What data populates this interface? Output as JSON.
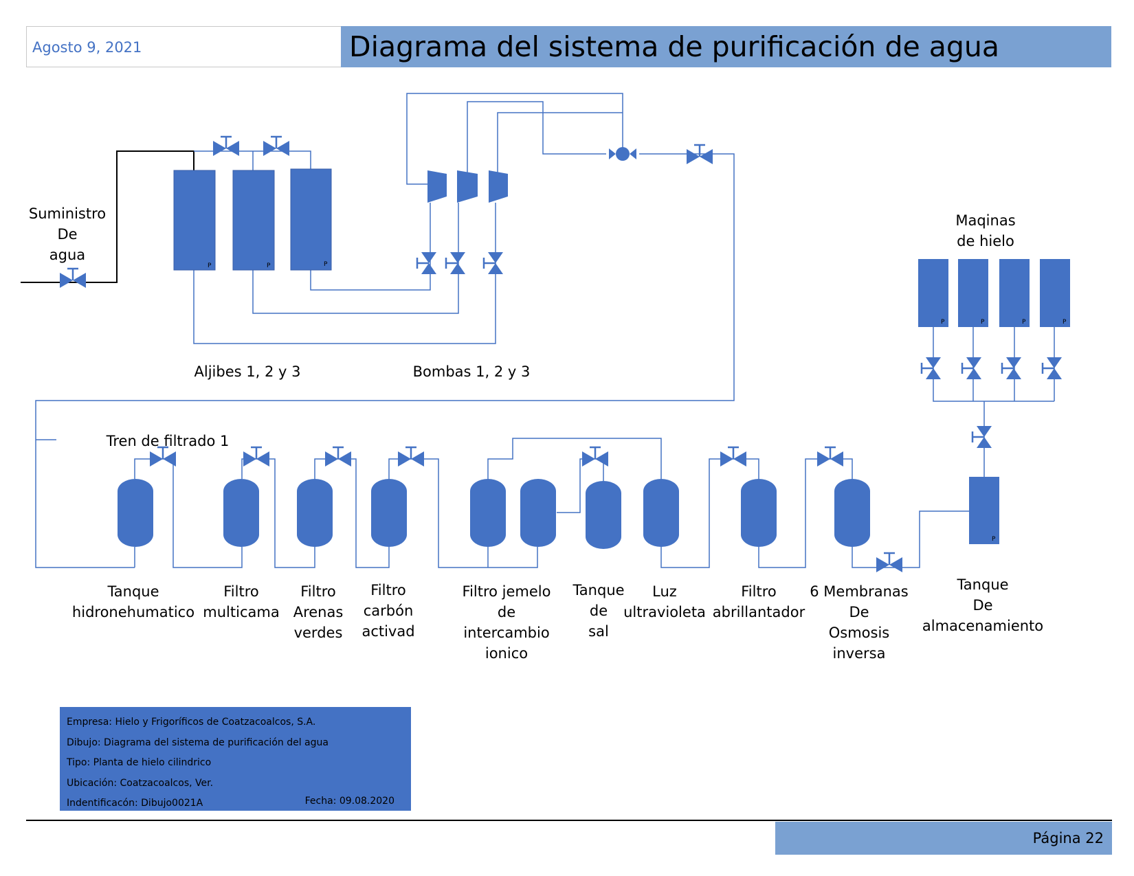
{
  "header": {
    "date": "Agosto 9, 2021",
    "title": "Diagrama del sistema de purificación de agua"
  },
  "colors": {
    "equipment": "#4472c4",
    "header_bar": "#7aa1d2",
    "pipe": "#4472c4"
  },
  "tank_marker": "P",
  "labels": {
    "supply": [
      "Suministro",
      "De",
      "agua"
    ],
    "cisterns": "Aljibes 1, 2 y 3",
    "pumps": "Bombas 1, 2 y 3",
    "ice_machines": [
      "Maqinas",
      "de hielo"
    ],
    "filter_train": "Tren de filtrado 1",
    "storage_tank": [
      "Tanque",
      "De",
      "almacenamiento"
    ]
  },
  "train": [
    {
      "id": "tanque",
      "lines": [
        "Tanque",
        "hidronehumatico"
      ]
    },
    {
      "id": "multicama",
      "lines": [
        "Filtro",
        "multicama"
      ]
    },
    {
      "id": "arenas",
      "lines": [
        "Filtro",
        "Arenas",
        "verdes"
      ]
    },
    {
      "id": "carbon",
      "lines": [
        "Filtro",
        "carbón",
        "activad"
      ]
    },
    {
      "id": "jemelo",
      "lines": [
        "Filtro jemelo",
        "de",
        "intercambio",
        "ionico"
      ]
    },
    {
      "id": "sal",
      "lines": [
        "Tanque",
        "de",
        "sal"
      ]
    },
    {
      "id": "uv",
      "lines": [
        "Luz",
        "ultravioleta"
      ]
    },
    {
      "id": "abrillantador",
      "lines": [
        "Filtro",
        "abrillantador"
      ]
    },
    {
      "id": "membranas",
      "lines": [
        "6 Membranas",
        "De",
        "Osmosis",
        "inversa"
      ]
    }
  ],
  "info": {
    "empresa": "Empresa: Hielo y Frigoríficos de Coatzacoalcos, S.A.",
    "dibujo": "Dibujo: Diagrama del sistema de purificación del agua",
    "tipo": "Tipo: Planta de hielo cilindrico",
    "ubicacion": "Ubicación: Coatzacoalcos, Ver.",
    "identificacion": "Indentificacón: Dibujo0021A",
    "fecha": "Fecha: 09.08.2020"
  },
  "footer": {
    "page": "Página 22"
  }
}
